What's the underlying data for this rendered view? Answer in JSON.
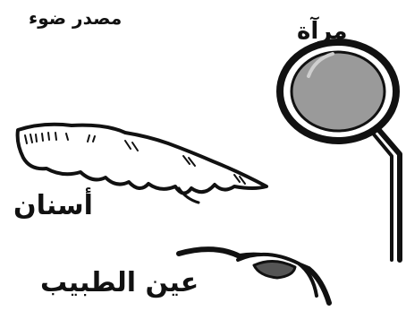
{
  "labels": {
    "light_source": "مصدر ضوء",
    "mirror": "مرآة",
    "teeth": "أسنان",
    "doctor_eye": "عين الطبيب"
  },
  "colors": {
    "ink": "#111111",
    "mirror_glass": "#9a9a9a",
    "iris": "#555555"
  },
  "icons": [
    "dental-mirror-icon",
    "teeth-icon",
    "eye-icon"
  ]
}
